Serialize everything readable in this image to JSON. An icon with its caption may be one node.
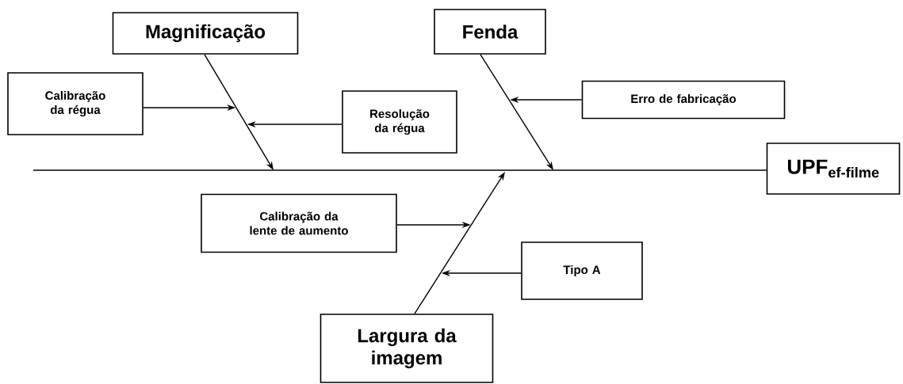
{
  "diagram": {
    "nodes": [
      {
        "text": [
          "Magnificação"
        ]
      },
      {
        "text": [
          "Fenda"
        ]
      },
      {
        "text": [
          "Calibração da régua"
        ]
      },
      {
        "text": [
          "Resolução da régua"
        ]
      },
      {
        "text": [
          "Erro de fabricação"
        ]
      },
      {
        "text": [
          "UPF$_{ef-filme}$"
        ]
      },
      {
        "text": [
          "Calibração da lente de aumento"
        ]
      },
      {
        "text": [
          "Tipo A"
        ]
      },
      {
        "text": [
          "Largura da imagem"
        ]
      }
    ],
    "edges": [
      {
        "from": 0,
        "to": null,
        "arrow": "to"
      },
      {
        "from": 2,
        "to": null,
        "arrow": "to"
      },
      {
        "from": 3,
        "to": null,
        "arrow": "to"
      },
      {
        "from": 1,
        "to": null,
        "arrow": "to"
      },
      {
        "from": 4,
        "to": null,
        "arrow": "to"
      },
      {
        "from": null,
        "to": 5,
        "arrow": "none"
      },
      {
        "from": 8,
        "to": null,
        "arrow": "to"
      },
      {
        "from": 6,
        "to": null,
        "arrow": "to"
      },
      {
        "from": 7,
        "to": null,
        "arrow": "to"
      }
    ]
  }
}
